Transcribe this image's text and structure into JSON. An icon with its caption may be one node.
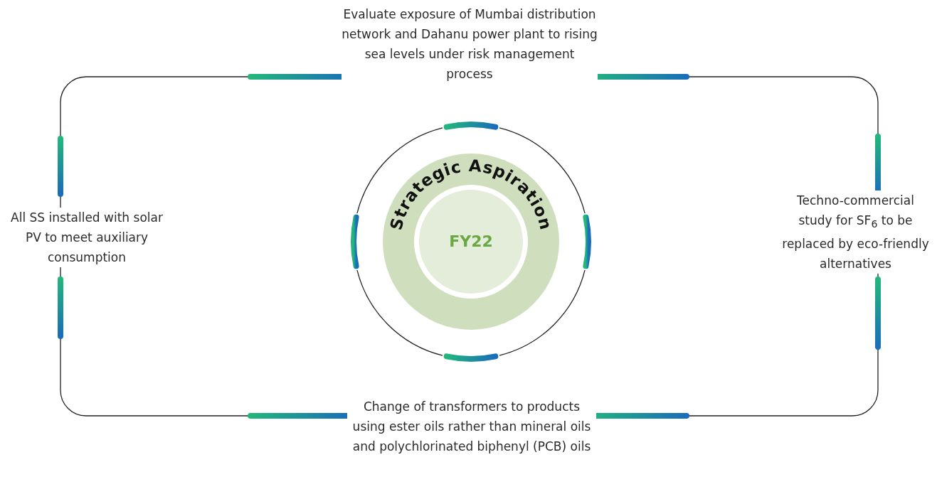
{
  "diagram": {
    "nodes": [
      {
        "text": [
          "Strategic Aspiration",
          "FY22"
        ]
      }
    ],
    "labels": [
      "Evaluate exposure of Mumbai distribution network and Dahanu power plant to rising sea levels under risk management process",
      "All SS installed with solar PV to meet auxiliary consumption",
      "Techno-commercial study for SF$_{6}$ to be replaced by eco-friendly alternatives",
      "Change of transformers to products using ester oils rather than mineral oils and polychlorinated biphenyl (PCB) oils"
    ]
  }
}
